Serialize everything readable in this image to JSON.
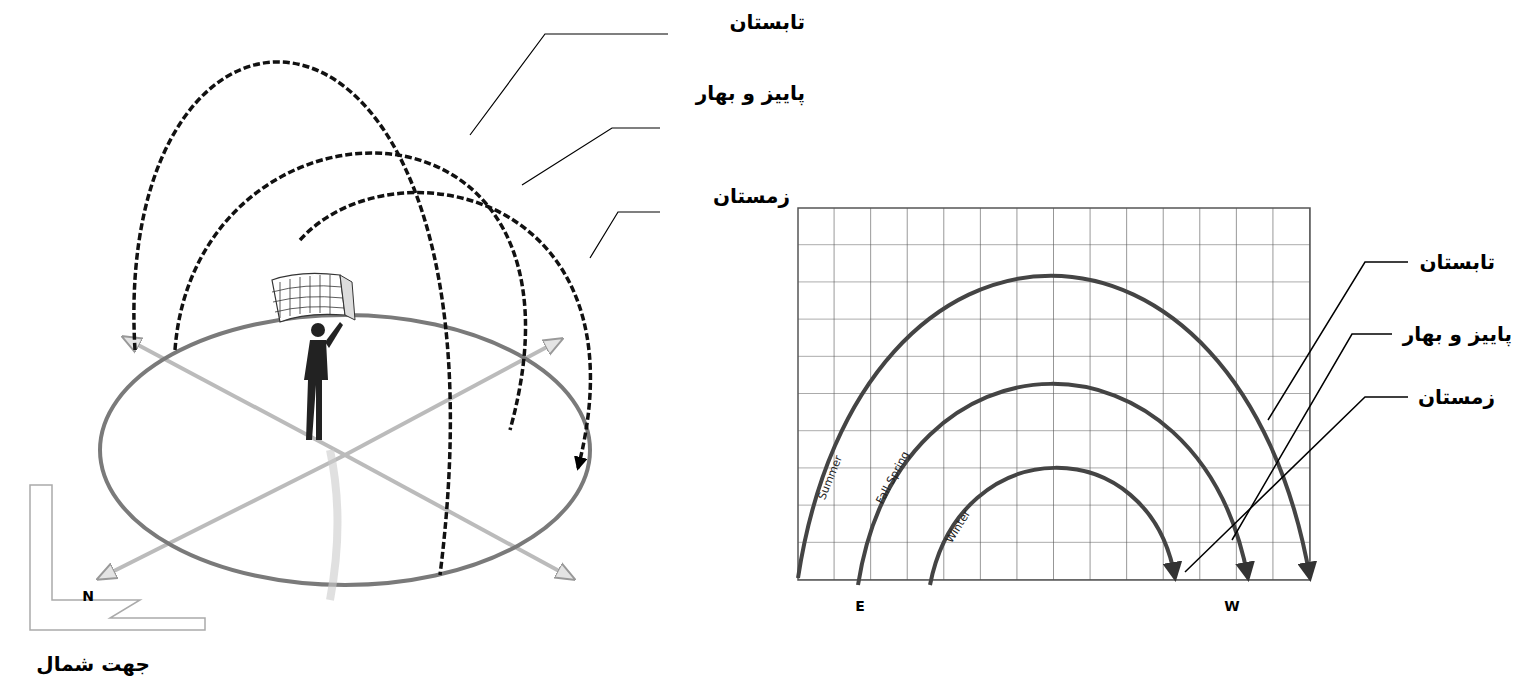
{
  "diagram": {
    "labels": [
      "تابستان",
      "پاییز و بهار",
      "زمستان",
      "جهت شمال",
      "N",
      "تابستان",
      "پاییز و بهار",
      "زمستان",
      "Summer",
      "Fall-Spring",
      "Winter",
      "E",
      "W"
    ]
  }
}
